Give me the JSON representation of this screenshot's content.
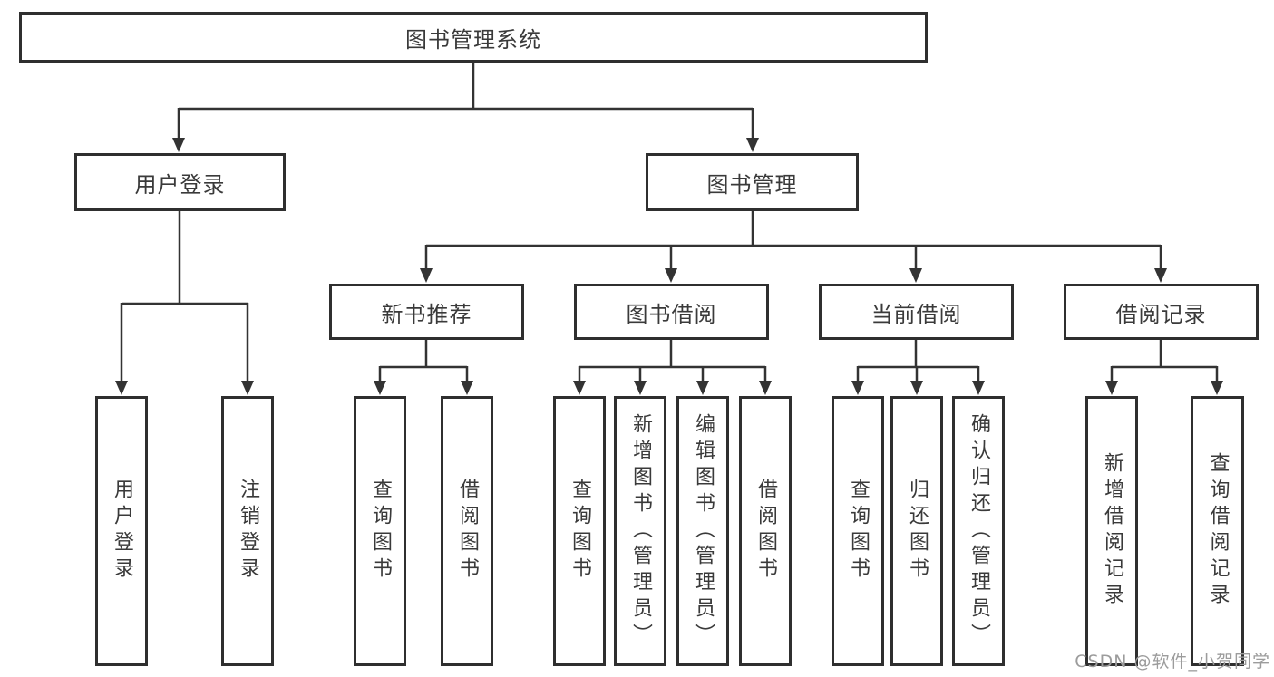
{
  "diagram": {
    "root": "图书管理系统",
    "branches": [
      {
        "label": "用户登录",
        "children": [
          "用户登录",
          "注销登录"
        ]
      },
      {
        "label": "图书管理",
        "groups": [
          {
            "label": "新书推荐",
            "children": [
              "查询图书",
              "借阅图书"
            ]
          },
          {
            "label": "图书借阅",
            "children": [
              "查询图书",
              "新增图书（管理员）",
              "编辑图书（管理员）",
              "借阅图书"
            ]
          },
          {
            "label": "当前借阅",
            "children": [
              "查询图书",
              "归还图书",
              "确认归还（管理员）"
            ]
          },
          {
            "label": "借阅记录",
            "children": [
              "新增借阅记录",
              "查询借阅记录"
            ]
          }
        ]
      }
    ]
  },
  "watermark": "CSDN @软件_小贺同学",
  "colors": {
    "line": "#333333",
    "box_border": "#2f2f2f",
    "text": "#3a3a3a",
    "watermark": "#9c9c9c",
    "background": "#ffffff"
  }
}
